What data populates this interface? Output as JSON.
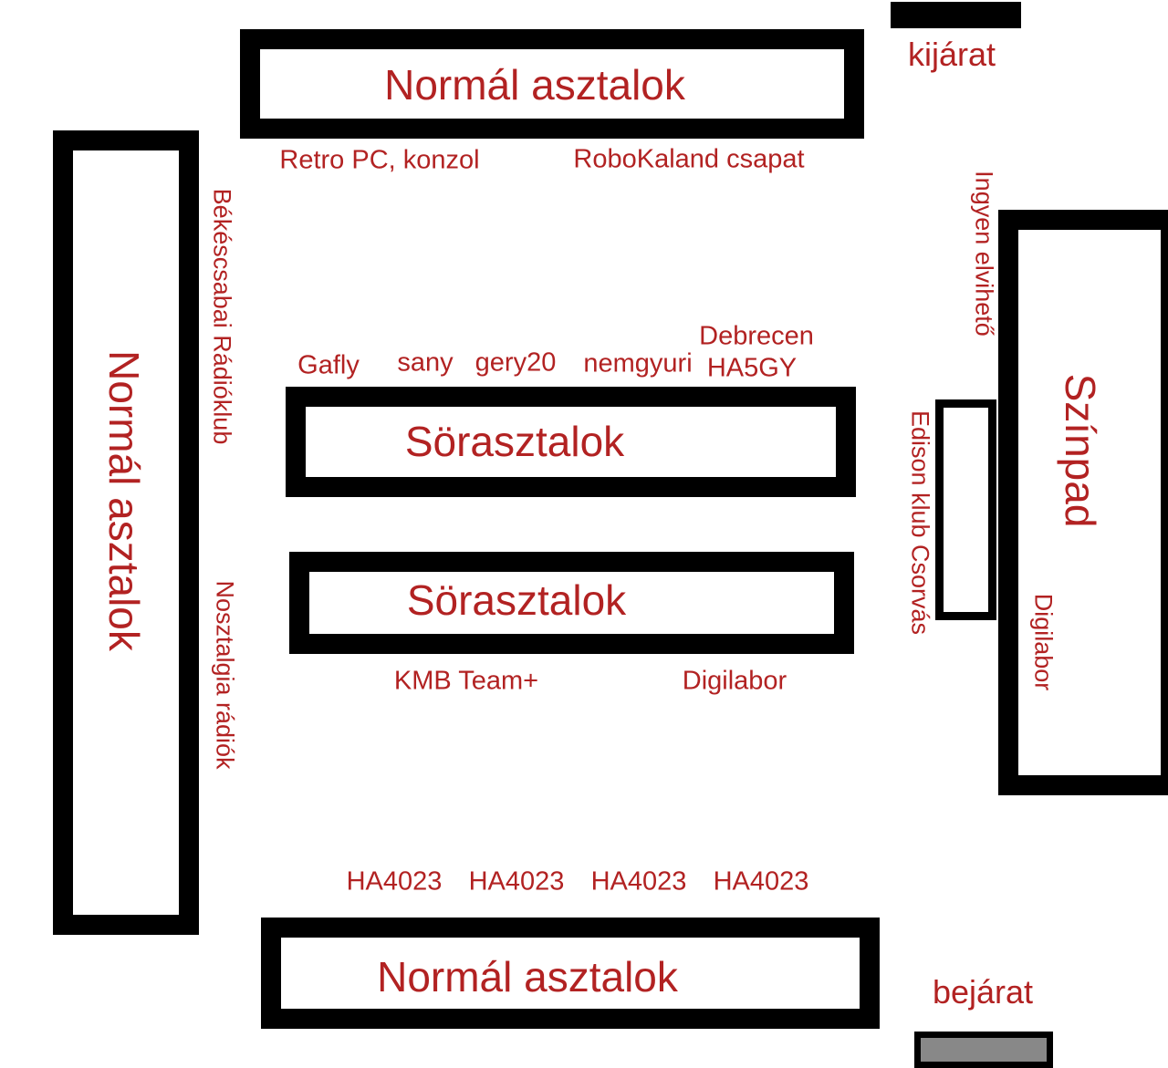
{
  "areas": {
    "normal_top": "Normál asztalok",
    "normal_left": "Normál asztalok",
    "normal_bottom": "Normál asztalok",
    "beer_top": "Sörasztalok",
    "beer_bottom": "Sörasztalok",
    "stage": "Színpad"
  },
  "doors": {
    "exit": "kijárat",
    "entrance": "bejárat"
  },
  "exhibitors": {
    "retro": "Retro PC, konzol",
    "robokaland": "RoboKaland csapat",
    "bekescsabai": "Békéscsabai Rádióklub",
    "nosztalgia": "Nosztalgia rádiók",
    "gafly": "Gafly",
    "sany": "sany",
    "gery20": "gery20",
    "nemgyuri": "nemgyuri",
    "debrecen": "Debrecen",
    "ha5gy": "HA5GY",
    "ingyen": "Ingyen elvihető",
    "edison": "Edison klub Csorvás",
    "digilabor_stage": "Digilabor",
    "kmb": "KMB Team+",
    "digilabor": "Digilabor",
    "ha4023_1": "HA4023",
    "ha4023_2": "HA4023",
    "ha4023_3": "HA4023",
    "ha4023_4": "HA4023"
  },
  "colors": {
    "label": "#b22222",
    "table_border": "#000000",
    "entrance_door": "#888888"
  }
}
